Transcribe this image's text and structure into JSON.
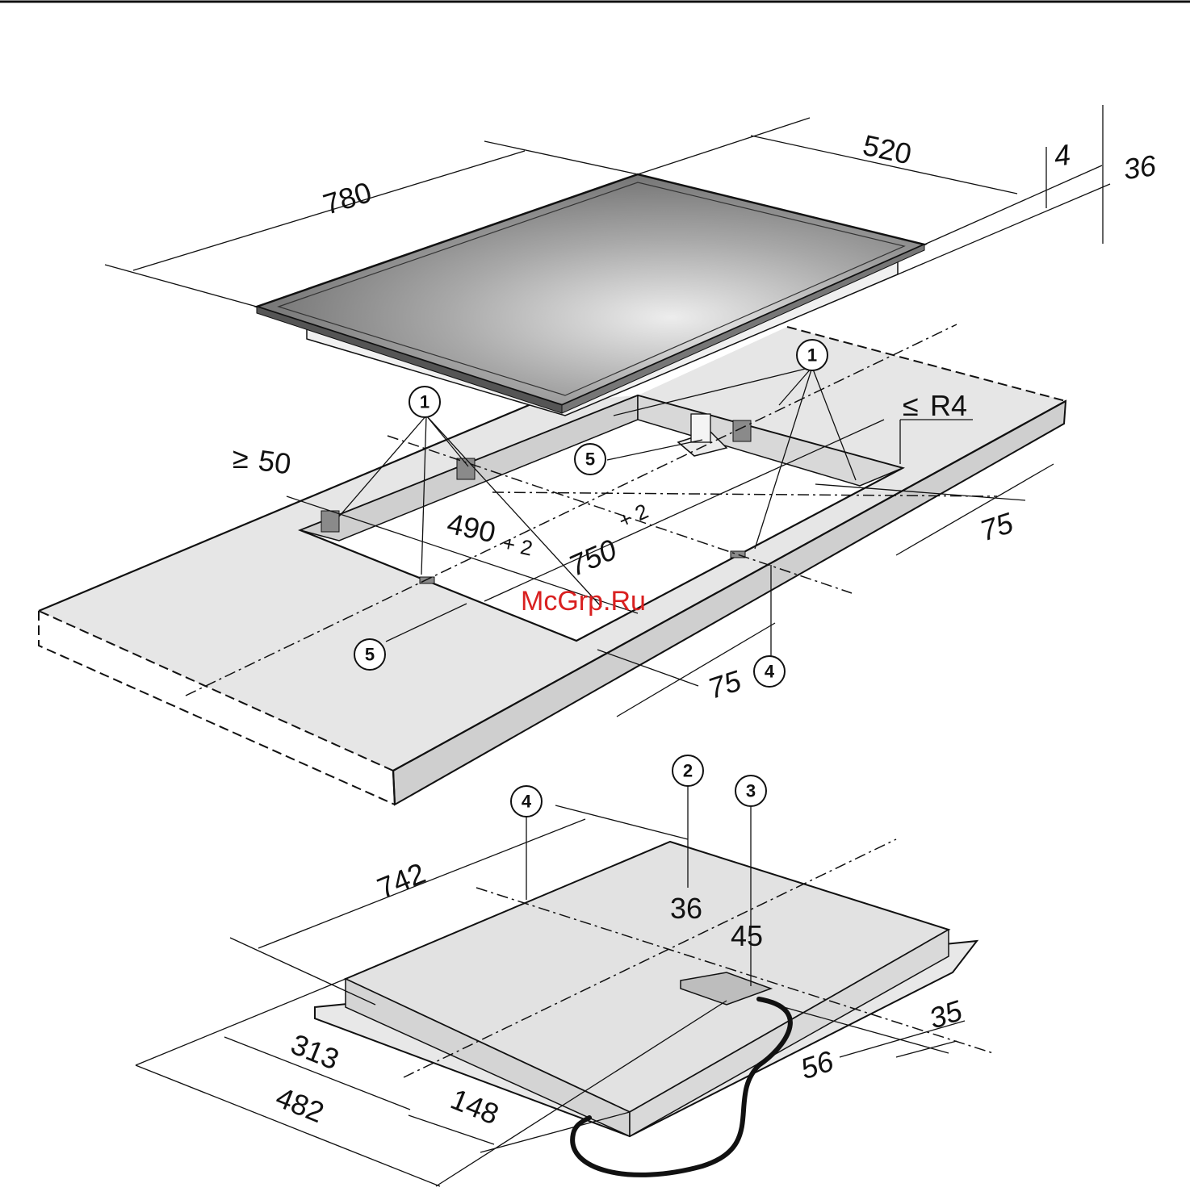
{
  "watermark": "McGrp.Ru",
  "dimensions": {
    "hob_width": "780",
    "hob_depth": "520",
    "glass_thickness": "4",
    "hob_height": "36",
    "min_front_distance": "50",
    "min_front_distance_symbol": "≥",
    "corner_radius": "R4",
    "corner_radius_symbol": "≤",
    "cutout_depth": "490",
    "cutout_depth_tolerance": "+ 2",
    "cutout_width": "750",
    "cutout_width_tolerance": "+ 2",
    "side_offset_right": "75",
    "side_offset_front": "75",
    "bottom_width": "742",
    "bottom_depth_1": "313",
    "bottom_depth_2": "482",
    "bottom_offset_148": "148",
    "bottom_offset_56": "56",
    "bottom_offset_35": "35",
    "bottom_value_36": "36",
    "bottom_value_45": "45"
  },
  "callouts": {
    "c1": "1",
    "c2": "2",
    "c3": "3",
    "c4": "4",
    "c5": "5"
  }
}
